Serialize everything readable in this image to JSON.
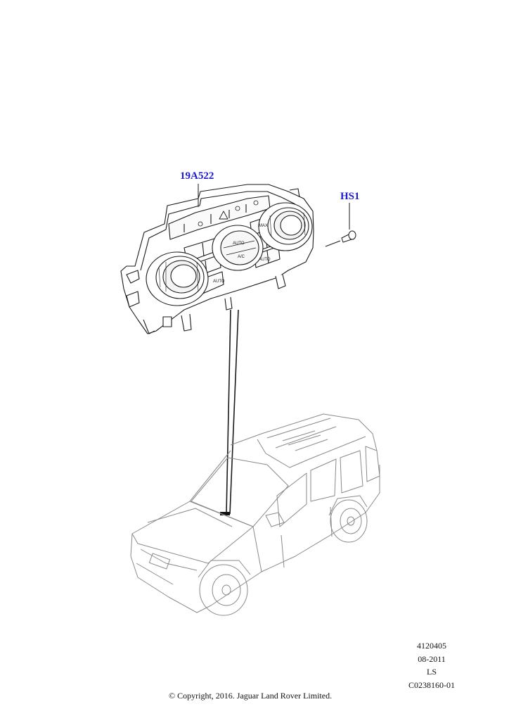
{
  "callouts": {
    "climate_panel": "19A522",
    "screw": "HS1"
  },
  "reference": {
    "illustration_number": "4120405",
    "date": "08-2011",
    "model_code": "LS",
    "catalogue_code": "C0238160-01"
  },
  "panel_labels": {
    "auto_left": "AUTO",
    "auto_center": "AUTO",
    "ac": "A/C",
    "auto_right": "AUTO",
    "max": "MAX"
  },
  "copyright": "© Copyright, 2016. Jaguar Land Rover Limited.",
  "colors": {
    "callout": "#1a1ad6",
    "line": "#1a1a1a",
    "vehicle_line": "#8a8a8a"
  }
}
